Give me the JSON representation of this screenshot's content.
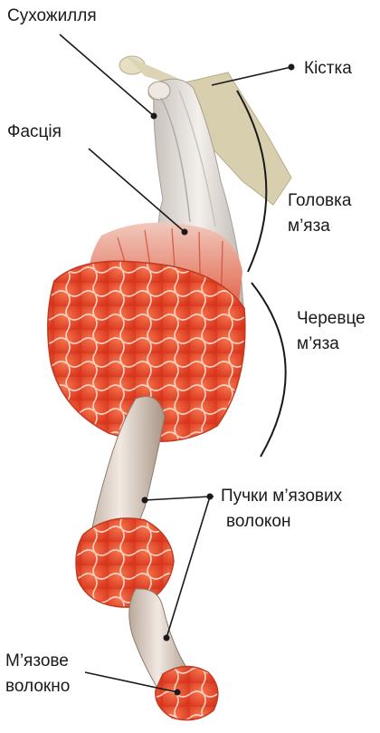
{
  "labels": {
    "tendon": "Сухожилля",
    "bone": "Кістка",
    "fascia": "Фасція",
    "head_line1": "Головка",
    "head_line2": "м’яза",
    "belly_line1": "Черевце",
    "belly_line2": "м’яза",
    "bundles_line1": "Пучки м’язових",
    "bundles_line2": "волокон",
    "fiber_line1": "М’язове",
    "fiber_line2": "волокно"
  },
  "colors": {
    "muscle_red": "#e8452a",
    "muscle_light": "#f47a55",
    "fascia_white": "#e9e4df",
    "bone_tan": "#d8cfae",
    "line_black": "#1a1a1a"
  }
}
